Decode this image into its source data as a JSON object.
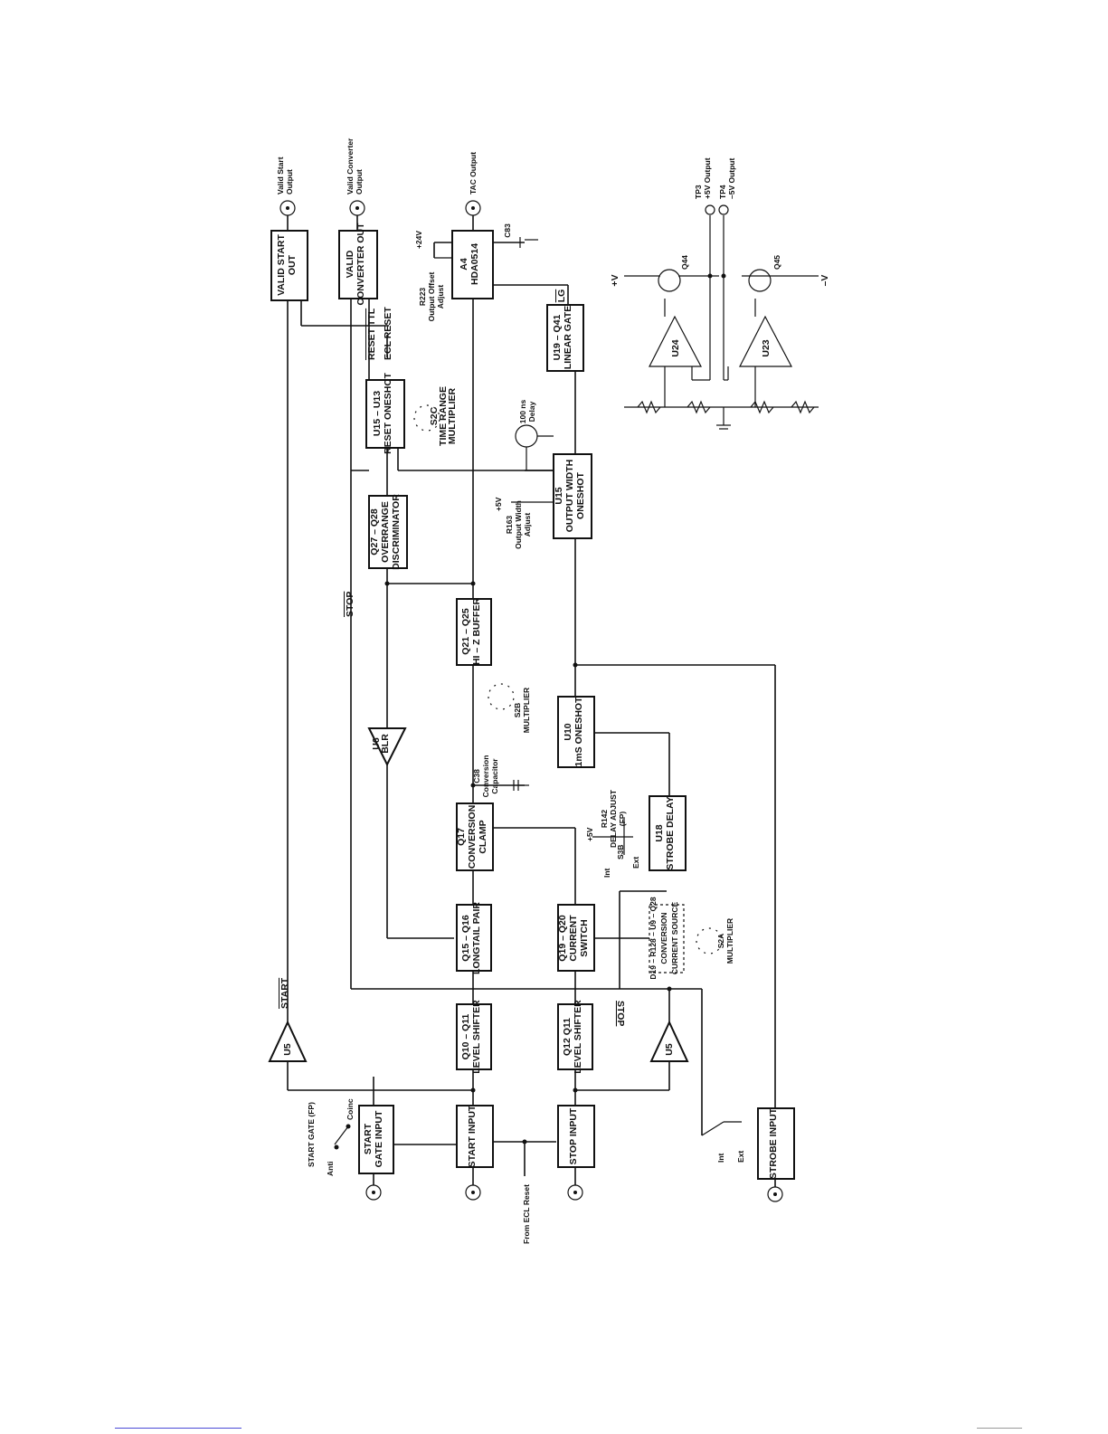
{
  "diagram": {
    "blocks": {
      "start_gate_input": [
        "START",
        "GATE INPUT"
      ],
      "start_input": [
        "START INPUT"
      ],
      "stop_input": [
        "STOP INPUT"
      ],
      "strobe_input": [
        "STROBE INPUT"
      ],
      "level_shifter_1": [
        "Q10 – Q11",
        "LEVEL SHIFTER"
      ],
      "level_shifter_2": [
        "Q12  Q11",
        "LEVEL SHIFTER"
      ],
      "longtail_pair": [
        "Q15 – Q16",
        "LONGTAIL PAIR"
      ],
      "current_switch": [
        "Q19 – Q20",
        "CURRENT",
        "SWITCH"
      ],
      "conversion_clamp": [
        "Q17",
        "CONVERSION",
        "CLAMP"
      ],
      "strobe_delay": [
        "U18",
        "STROBE DELAY"
      ],
      "oneshot_1ms": [
        "U10",
        "1mS ONESHOT"
      ],
      "hiz_buffer": [
        "Q21 – Q25",
        "HI – Z BUFFER"
      ],
      "overrange_disc": [
        "Q27 – Q28",
        "OVERRANGE",
        "DISCRIMINATOR"
      ],
      "reset_oneshot": [
        "U15 – U13",
        "RESET ONESHOT"
      ],
      "output_width": [
        "U15",
        "OUTPUT WIDTH",
        "ONESHOT"
      ],
      "linear_gate": [
        "U19 – Q41",
        "LINEAR GATE"
      ],
      "hda": [
        "A4",
        "HDA0514"
      ],
      "valid_converter": [
        "VALID",
        "CONVERTER OUT"
      ],
      "valid_start": [
        "VALID START",
        "OUT"
      ],
      "current_source": [
        "D19 – R128 – U9 – Q28",
        "CONVERSION",
        "CURRENT SOURCE"
      ]
    },
    "labels": {
      "start_gate_fp": "START  GATE (FP)",
      "anti": "Anti",
      "coinc": "Coinc",
      "from_ecl_reset": "From ECL Reset",
      "int": "Int",
      "ext": "Ext",
      "int2": "Int",
      "ext2": "Ext",
      "u5_a": "U5",
      "u5_b": "U5",
      "start_bar": "START",
      "stop_bar_a": "STOP",
      "stop_bar_b": "STOP",
      "s3b": "S3B",
      "plus5v_a": "+5V",
      "r142": [
        "R142",
        "DELAY ADJUST",
        "(FP)"
      ],
      "c38": [
        "C38",
        "Conversion",
        "Capacitor"
      ],
      "s2b": [
        "S2B",
        "MULTIPLIER"
      ],
      "u6": [
        "U6",
        "BLR"
      ],
      "r163": [
        "R163",
        "Output Width",
        "Adjust"
      ],
      "plus5v_b": "+5V",
      "s2c": [
        "S2C",
        "TIME RANGE",
        "MULTIPLIER"
      ],
      "delay100": [
        "100 ns",
        "Delay"
      ],
      "reset_ttl": "RESET TTL",
      "ecl_reset": "ECL  RESET",
      "r223": [
        "R223",
        "Output Offset",
        "Adjust"
      ],
      "plus24v": "+24V",
      "c83": "C83",
      "lg": "LG",
      "tac_output": "TAC Output",
      "valid_converter_output": [
        "Valid Converter",
        "Output"
      ],
      "valid_start_output": [
        "Valid Start",
        "Output"
      ],
      "s2a": [
        "S2A",
        "MULTIPLIER"
      ],
      "plus_v": "+V",
      "minus_v": "–V",
      "q44": "Q44",
      "q45": "Q45",
      "u24": "U24",
      "u23": "U23",
      "tp3": [
        "TP3",
        "+5V Output"
      ],
      "tp4": [
        "TP4",
        "–5V Output"
      ]
    }
  }
}
